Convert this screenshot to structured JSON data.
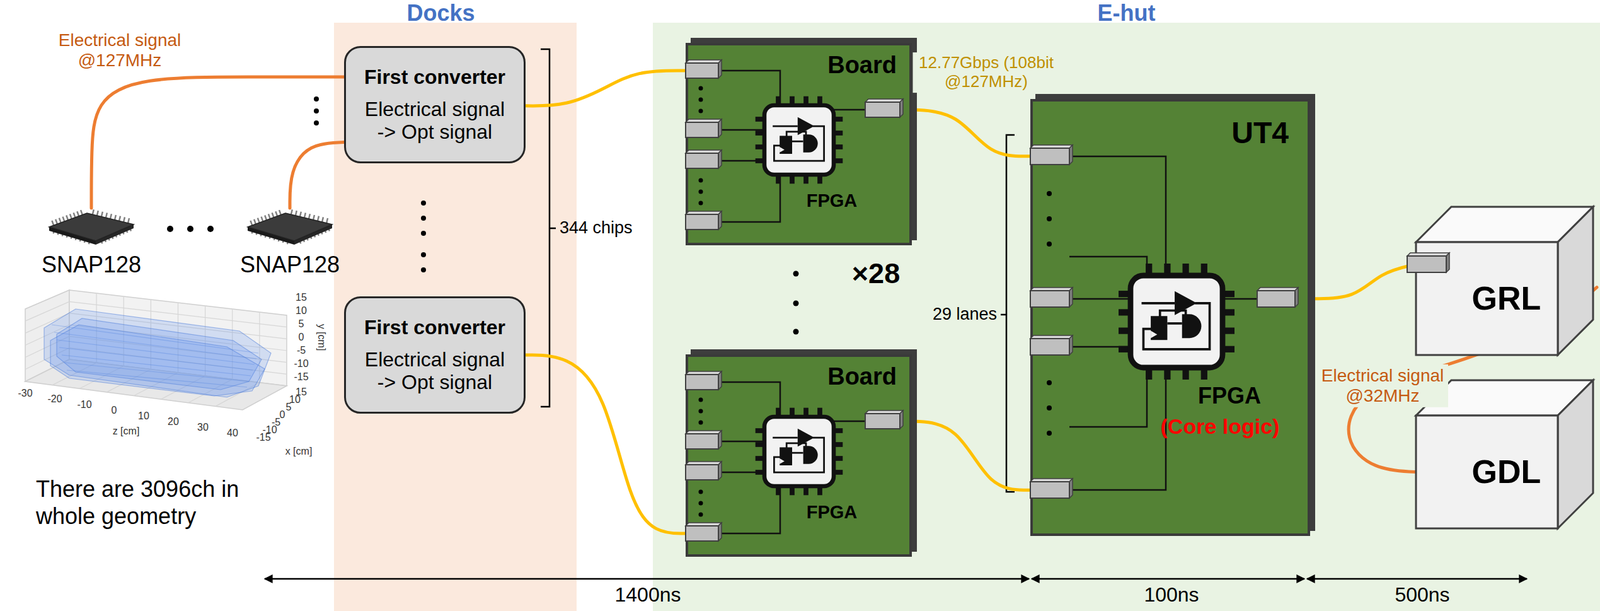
{
  "diagram": {
    "nodes": [
      {
        "text": [
          "SNAP128"
        ]
      },
      {
        "text": [
          "SNAP128"
        ]
      },
      {
        "text": [
          "Docks"
        ]
      },
      {
        "text": [
          "First converter",
          "Electrical signal -> Opt signal"
        ],
        "in": 2
      },
      {
        "text": [
          "First converter",
          "Electrical signal -> Opt signal"
        ],
        "in": 2
      },
      {
        "text": [
          "E-hut"
        ]
      },
      {
        "text": [
          "Board",
          "FPGA"
        ],
        "in": 5
      },
      {
        "text": [
          "Board",
          "FPGA"
        ],
        "in": 5
      },
      {
        "text": [
          "UT4",
          "FPGA",
          "(Core logic)"
        ],
        "in": 5
      },
      {
        "text": [
          "GRL"
        ],
        "in": 5
      },
      {
        "text": [
          "GDL"
        ],
        "in": 5
      }
    ],
    "edges": [
      {
        "from": 0,
        "to": 3,
        "arrow": "none",
        "label": "Electrical signal @127MHz"
      },
      {
        "from": 1,
        "to": 3,
        "arrow": "none"
      },
      {
        "from": 3,
        "to": 6,
        "arrow": "none"
      },
      {
        "from": 4,
        "to": 7,
        "arrow": "none"
      },
      {
        "from": 6,
        "to": 8,
        "arrow": "none",
        "label": "12.77Gbps (108bit @127MHz)"
      },
      {
        "from": 7,
        "to": 8,
        "arrow": "none"
      },
      {
        "from": 8,
        "to": 9,
        "arrow": "none"
      },
      {
        "from": 9,
        "to": 10,
        "arrow": "none",
        "label": "Electrical signal @32MHz"
      }
    ],
    "labels": [
      "344 chips",
      "×28",
      "29 lanes",
      "1400ns",
      "100ns",
      "500ns",
      "There are 3096ch in whole geometry",
      "15",
      "10",
      "5",
      "0",
      "-5",
      "-10",
      "-15",
      "y [cm]",
      "-30",
      "-20",
      "-10",
      "0",
      "10",
      "20",
      "30",
      "40",
      "z [cm]",
      "15",
      "10",
      "5",
      "0",
      "-5",
      "-10",
      "-15",
      "x [cm]"
    ]
  }
}
